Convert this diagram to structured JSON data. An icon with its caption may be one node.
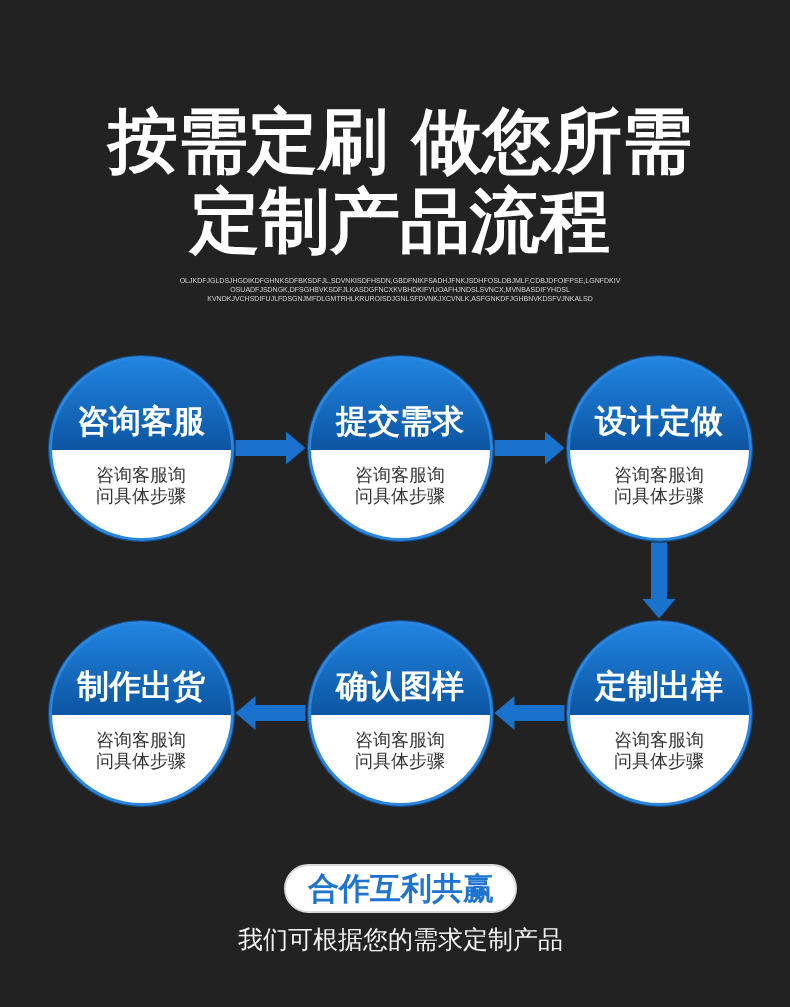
{
  "diagram": {
    "title": "按需定刷 做您所需定制产品流程",
    "nodes": [
      {
        "text": [
          "咨询客服",
          "咨询客服询问具体步骤"
        ]
      },
      {
        "text": [
          "提交需求",
          "咨询客服询问具体步骤"
        ]
      },
      {
        "text": [
          "设计定做",
          "咨询客服询问具体步骤"
        ]
      },
      {
        "text": [
          "制作出货",
          "咨询客服询问具体步骤"
        ]
      },
      {
        "text": [
          "确认图样",
          "咨询客服询问具体步骤"
        ]
      },
      {
        "text": [
          "定制出样",
          "咨询客服询问具体步骤"
        ]
      },
      {
        "text": [
          "合作互利共赢"
        ]
      }
    ],
    "edges": [
      {
        "from": 0,
        "to": 1,
        "arrow": "to"
      },
      {
        "from": 1,
        "to": 2,
        "arrow": "to"
      },
      {
        "from": 2,
        "to": 5,
        "arrow": "to"
      },
      {
        "from": 5,
        "to": 4,
        "arrow": "to"
      },
      {
        "from": 4,
        "to": 3,
        "arrow": "to"
      }
    ],
    "labels": [
      "OLJKDFJGLDSJHGDIKDFGHNKSDFBKSDFJL,SDVNKISDFHSDN,GBDFNIKFSADHJFNKJSDHFOSLDBJMLF,CDBJDFOIFPSE,LGNFDKIV OSUADFJSDNGK,DFSGHBVKSDFJLKASDGFNCXKVBHDKIFYUOAFHJNDSLSVNCX,MVNBASDIFYHDSL KVNDKJVCHSDIFUJLFDSGNJMFDLGMTRHLKRUROISDJGNLSFDVNKJXCVNLK,ASFGNKDFJGHBNVKDSFVJNKALSD",
      "我们可根据您的需求定制产品"
    ]
  }
}
